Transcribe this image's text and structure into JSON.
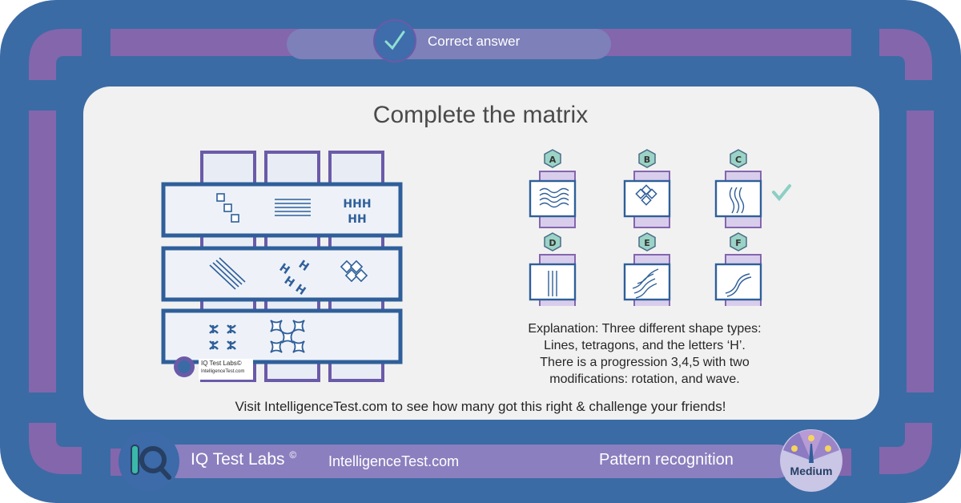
{
  "header": {
    "status_text": "Correct answer",
    "status_icon": "checkmark-icon"
  },
  "puzzle": {
    "title": "Complete the matrix",
    "matrix_watermark": {
      "brand": "IQ Test Labs©",
      "site": "IntelligenceTest.com"
    },
    "options": [
      {
        "label": "A",
        "content": "wavy-lines-icon"
      },
      {
        "label": "B",
        "content": "diamond-squares-icon"
      },
      {
        "label": "C",
        "content": "wavy-vertical-lines-icon",
        "correct": true
      },
      {
        "label": "D",
        "content": "vertical-lines-icon"
      },
      {
        "label": "E",
        "content": "diagonal-wavy-lines-icon"
      },
      {
        "label": "F",
        "content": "single-wave-icon"
      }
    ],
    "explanation_lines": [
      "Explanation: Three different shape types:",
      "Lines, tetragons, and the letters ‘H’.",
      "There is a progression 3,4,5 with two",
      "modifications: rotation, and wave."
    ],
    "visit_text": "Visit IntelligenceTest.com to see how many got this right & challenge your friends!"
  },
  "footer": {
    "brand": "IQ Test Labs",
    "brand_mark": "©",
    "site": "IntelligenceTest.com",
    "category": "Pattern recognition",
    "difficulty": "Medium"
  },
  "colors": {
    "frame_blue": "#3b6ba4",
    "frame_purple": "#8466ad",
    "card_bg": "#f1f1f1",
    "cell_blue": "#2f5f9a",
    "badge_teal": "#9bd3c6",
    "check_teal": "#8ccfc4"
  }
}
